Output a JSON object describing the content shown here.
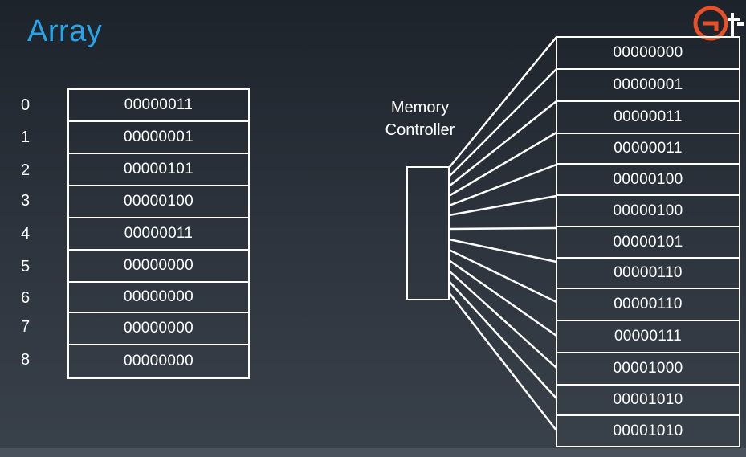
{
  "title": "Array",
  "array": {
    "indices": [
      "0",
      "1",
      "2",
      "3",
      "4",
      "5",
      "6",
      "7",
      "8"
    ],
    "values": [
      "00000011",
      "00000001",
      "00000101",
      "00000100",
      "00000011",
      "00000000",
      "00000000",
      "00000000",
      "00000000"
    ]
  },
  "controller": {
    "label_line1": "Memory",
    "label_line2": "Controller"
  },
  "memory": {
    "values": [
      "00000000",
      "00000001",
      "00000011",
      "00000011",
      "00000100",
      "00000100",
      "00000101",
      "00000110",
      "00000110",
      "00000111",
      "00001000",
      "00001010",
      "00001010"
    ]
  },
  "colors": {
    "title": "#2aa4e8",
    "logo": "#e8502a",
    "lines": "#ffffff"
  }
}
